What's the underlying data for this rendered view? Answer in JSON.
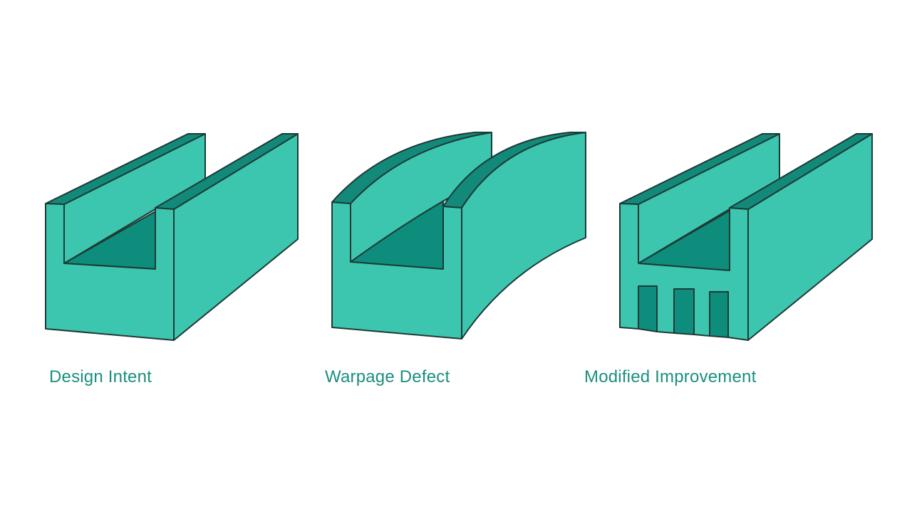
{
  "figure": {
    "colors": {
      "face": "#3cc6b0",
      "top": "#13897a",
      "inner": "#0e8d7d",
      "outline": "#1d3a35",
      "caption": "#1a8f7f"
    },
    "panels": [
      {
        "caption": "Design Intent"
      },
      {
        "caption": "Warpage Defect"
      },
      {
        "caption": "Modified Improvement"
      }
    ]
  }
}
